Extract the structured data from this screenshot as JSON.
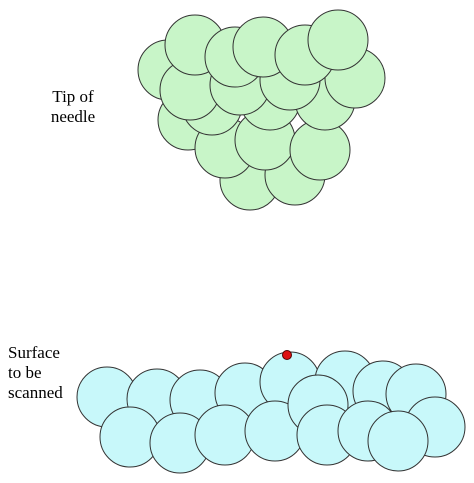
{
  "labels": {
    "tip": "Tip of\nneedle",
    "surface": "Surface\nto be\nscanned"
  },
  "colors": {
    "tip_fill": "#c8f5c8",
    "surface_fill": "#c8f8fa",
    "outline": "#333333",
    "probe_dot": "#dd1111"
  },
  "icons": {
    "tip_atom": "circle",
    "surface_atom": "circle",
    "probe_dot": "circle"
  }
}
